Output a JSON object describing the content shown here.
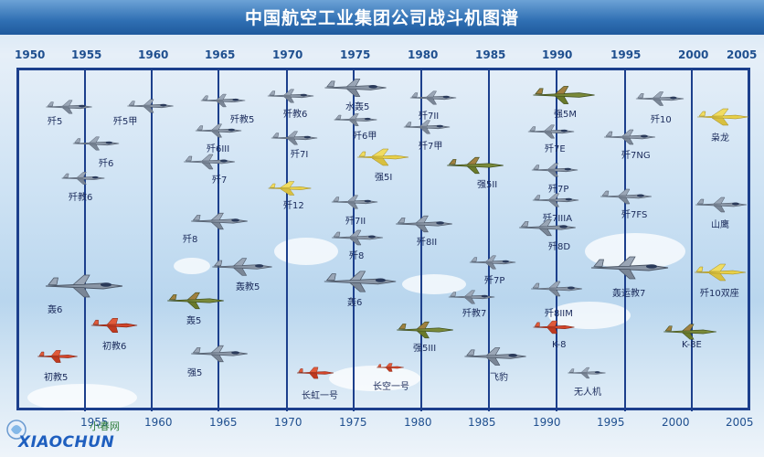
{
  "title": "中国航空工业集团公司战斗机图谱",
  "years_top": [
    "1950",
    "1955",
    "1960",
    "1965",
    "1970",
    "1975",
    "1980",
    "1985",
    "1990",
    "1995",
    "2000",
    "2005"
  ],
  "years_bottom": [
    "1955",
    "1960",
    "1965",
    "1970",
    "1975",
    "1980",
    "1985",
    "1990",
    "1995",
    "2000",
    "2005"
  ],
  "labels": {
    "j5": "歼5",
    "j5a": "歼5甲",
    "j6": "歼6",
    "jj6": "歼教6",
    "h6": "轰6",
    "cj6": "初教6",
    "cj5": "初教5",
    "jj5": "歼教5",
    "j6iii": "歼6III",
    "j7": "歼7",
    "j8": "歼8",
    "hj5": "轰教5",
    "h5": "轰5",
    "q5": "强5",
    "jj6b": "歼教6",
    "j7i": "歼7I",
    "j12": "歼12",
    "ch1": "长虹一号",
    "sh5": "水轰5",
    "j6a": "歼6甲",
    "q5i": "强5I",
    "j7ii": "歼7II",
    "j8b": "歼8",
    "h6b": "轰6",
    "kk1": "长空一号",
    "j7ii_b": "歼7II",
    "j7a": "歼7甲",
    "q5ii": "强5II",
    "j8ii": "歼8II",
    "j7p": "歼7P",
    "jj7": "歼教7",
    "q5iii": "强5III",
    "fb": "飞豹",
    "q5m": "强5M",
    "j7e": "歼7E",
    "j7p_b": "歼7P",
    "j7iiia": "歼7IIIA",
    "j8d": "歼8D",
    "j8iim": "歼8IIM",
    "k8": "K-8",
    "wrj": "无人机",
    "j10": "歼10",
    "j7ng": "歼7NG",
    "j7fs": "歼7FS",
    "hy7": "轰运教7",
    "k8e": "K-8E",
    "xl": "枭龙",
    "sy": "山鹰",
    "j10s": "歼10双座"
  },
  "watermark": {
    "cn": "小春网",
    "en": "XIAOCHUN"
  },
  "colors": {
    "line": "#1c3f8c",
    "title_bg": "#2f6fb3",
    "aircraft_gray": "#8a96a6",
    "aircraft_yellow": "#e8d04a",
    "aircraft_red": "#d2452a",
    "aircraft_camo": "#7a8a3a"
  }
}
